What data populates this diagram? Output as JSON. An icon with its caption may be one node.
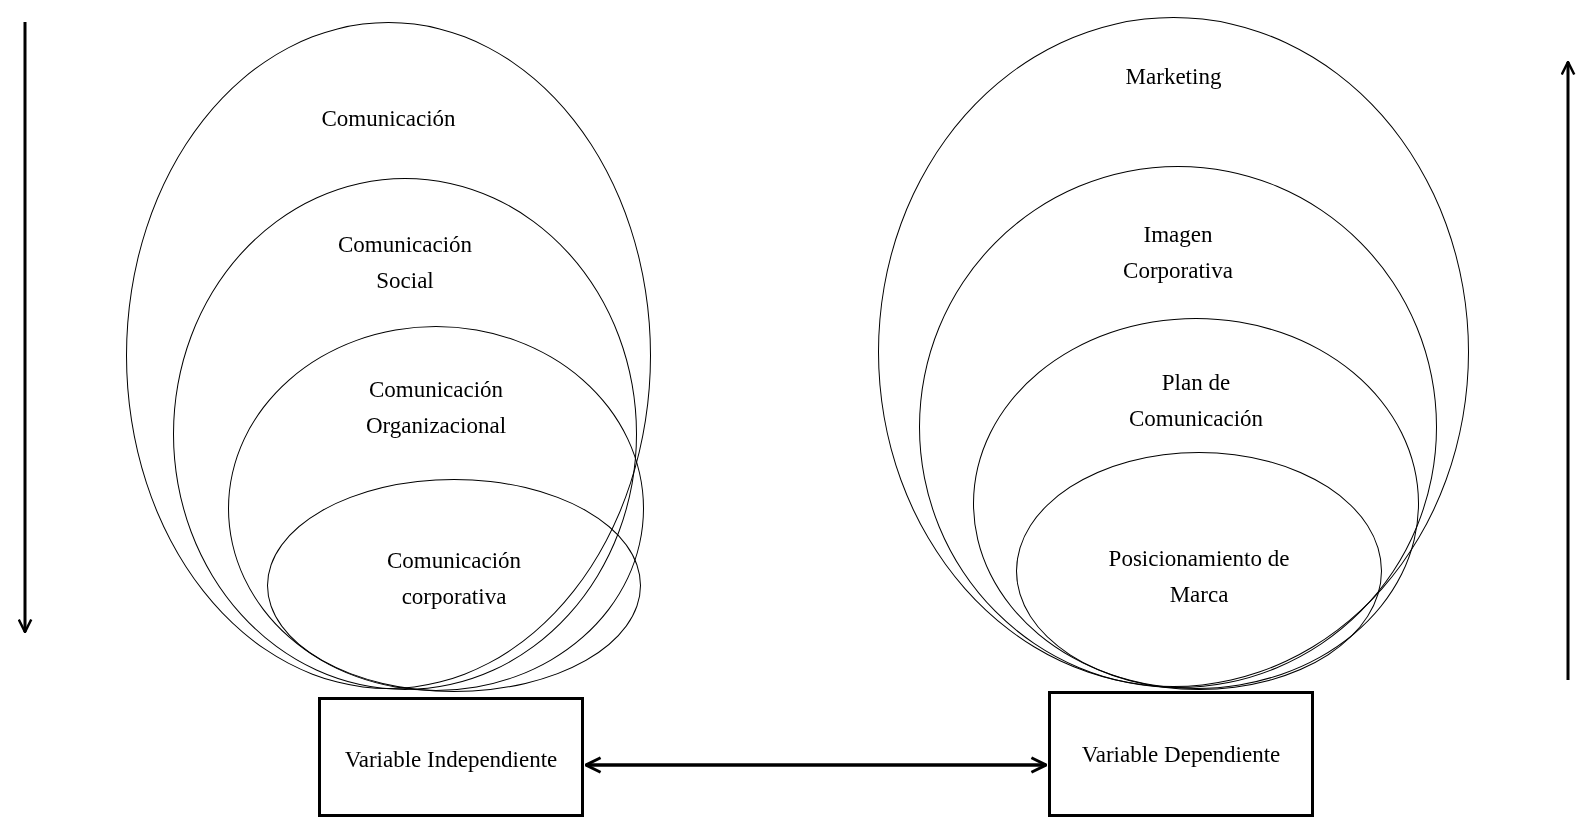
{
  "diagram": {
    "nodes": [
      {
        "text": [
          "Comunicación"
        ]
      },
      {
        "text": [
          "Comunicación Social"
        ],
        "in": 0
      },
      {
        "text": [
          "Comunicación Organizacional"
        ],
        "in": 1
      },
      {
        "text": [
          "Comunicación corporativa"
        ],
        "in": 2
      },
      {
        "text": [
          "Marketing"
        ]
      },
      {
        "text": [
          "Imagen Corporativa"
        ],
        "in": 4
      },
      {
        "text": [
          "Plan de Comunicación"
        ],
        "in": 5
      },
      {
        "text": [
          "Posicionamiento de Marca"
        ],
        "in": 6
      },
      {
        "text": [
          "Variable Independiente"
        ]
      },
      {
        "text": [
          "Variable Dependiente"
        ]
      }
    ],
    "edges": [
      {
        "from": 8,
        "to": 9,
        "arrow": "both"
      }
    ]
  }
}
